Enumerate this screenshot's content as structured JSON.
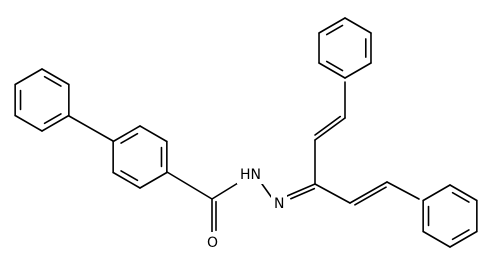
{
  "diagram": {
    "type": "chemical-structure",
    "atom_labels": {
      "nh": "HN",
      "n": "N",
      "o": "O"
    },
    "colors": {
      "bond": "#000000",
      "background": "#ffffff"
    }
  }
}
